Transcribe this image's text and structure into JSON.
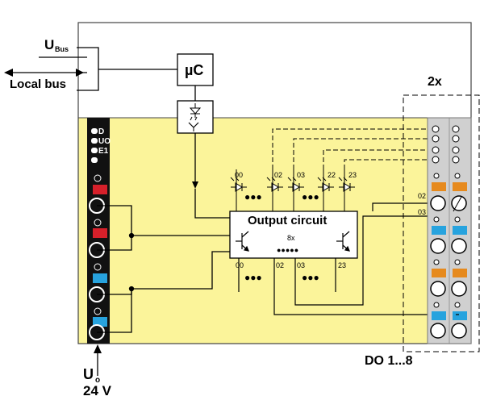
{
  "labels": {
    "ubus_main": "U",
    "ubus_sub": "Bus",
    "local_bus": "Local bus",
    "micro_controller": "µC",
    "two_x": "2x",
    "output_circuit": "Output circuit",
    "eight_x": "8x",
    "do_range": "DO 1...8",
    "uo_main": "U",
    "uo_sub": "o",
    "voltage": "24 V"
  },
  "leds": [
    "D",
    "UO",
    "E1",
    ""
  ],
  "led_numbers": [
    "00",
    "02",
    "03",
    "22",
    "23"
  ],
  "output_numbers": [
    "00",
    "02",
    "03",
    "23"
  ],
  "terminal_numbers": [
    "02",
    "03"
  ],
  "dots": "●●●",
  "dots_small": "●●●●●",
  "colors": {
    "yellow": "#fbf49a",
    "black": "#111111",
    "red": "#d6202a",
    "blue": "#27a3de",
    "orange": "#e68a1e",
    "terminal": "#d0d0d0"
  }
}
